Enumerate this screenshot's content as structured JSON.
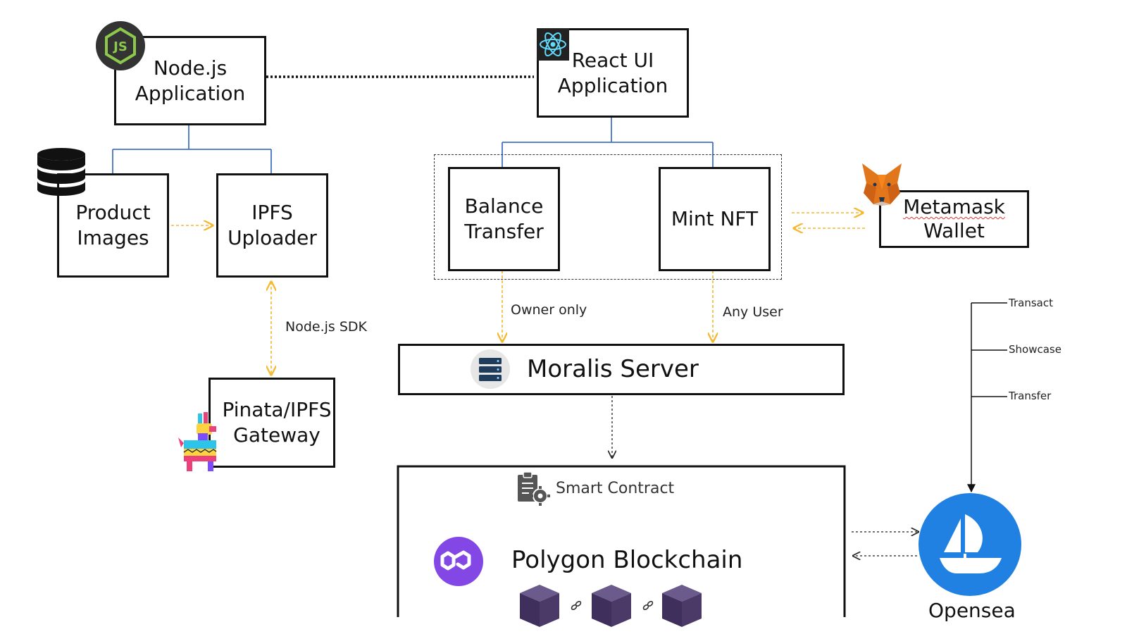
{
  "nodes": {
    "nodejs_app": [
      "Node.js",
      "Application"
    ],
    "react_app": [
      "React UI",
      "Application"
    ],
    "product_images": [
      "Product",
      "Images"
    ],
    "ipfs_uploader": [
      "IPFS",
      "Uploader"
    ],
    "balance_transfer": [
      "Balance",
      "Transfer"
    ],
    "mint_nft": "Mint NFT",
    "metamask": [
      "Metamask",
      "Wallet"
    ],
    "pinata": [
      "Pinata/IPFS",
      "Gateway"
    ],
    "moralis": "Moralis Server",
    "smart_contract": "Smart Contract",
    "polygon": "Polygon Blockchain",
    "opensea": "Opensea"
  },
  "edge_labels": {
    "nodejs_sdk": "Node.js SDK",
    "owner_only": "Owner only",
    "any_user": "Any User"
  },
  "opensea_actions": [
    "Transact",
    "Showcase",
    "Transfer"
  ],
  "icons": {
    "nodejs": "nodejs-logo-icon",
    "react": "react-logo-icon",
    "database": "database-icon",
    "metamask": "metamask-fox-icon",
    "pinata": "pinata-llama-icon",
    "moralis": "server-icon",
    "smart_contract": "contract-gear-icon",
    "polygon": "polygon-logo-icon",
    "opensea": "opensea-logo-icon",
    "blocks": "block-cube-icon"
  },
  "colors": {
    "tree_lines": "#4472c4",
    "yellow_arrows": "#f5b82e",
    "nodejs_green": "#8cc84b",
    "nodejs_dark": "#333333",
    "react_blue": "#61dafb",
    "polygon_purple": "#8247e5",
    "opensea_blue": "#2081e2",
    "cube_purple": "#4b3a68"
  }
}
